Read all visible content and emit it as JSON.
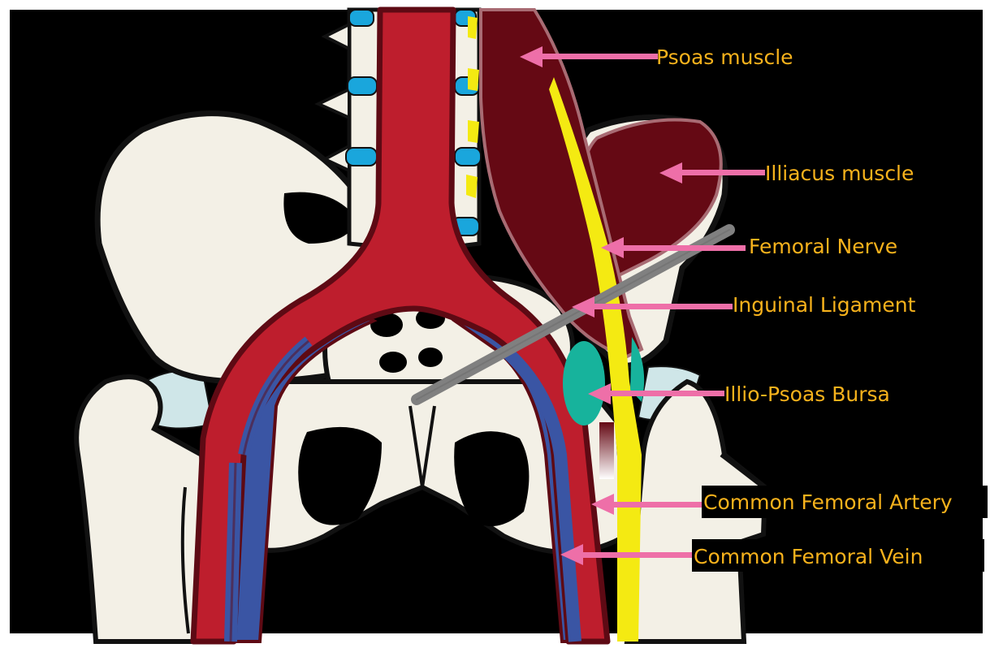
{
  "colors": {
    "background": "#000000",
    "frame": "#ffffff",
    "bone": "#f3f0e6",
    "bone_outline": "#111111",
    "cartilage": "#cfe6e8",
    "disc": "#1aa6dc",
    "artery": "#be1e2d",
    "artery_outline": "#5e0a14",
    "vein": "#3a55a4",
    "muscle": "#650914",
    "muscle_outline": "#a86b73",
    "nerve": "#f4ea12",
    "ligament": "#808080",
    "bursa": "#17b39c",
    "arrow": "#ee6fa8",
    "label_text": "#f7b21c",
    "label_box": "#000000"
  },
  "labels": [
    {
      "id": "psoas",
      "text": "Psoas muscle",
      "icon": "arrow-left-icon"
    },
    {
      "id": "illiacus",
      "text": "Illiacus muscle",
      "icon": "arrow-left-icon"
    },
    {
      "id": "femoral-nerve",
      "text": "Femoral Nerve",
      "icon": "arrow-left-icon"
    },
    {
      "id": "inguinal-ligament",
      "text": "Inguinal Ligament",
      "icon": "arrow-left-icon"
    },
    {
      "id": "illio-psoas-bursa",
      "text": "Illio-Psoas Bursa",
      "icon": "arrow-left-icon"
    },
    {
      "id": "common-femoral-artery",
      "text": "Common Femoral Artery",
      "icon": "arrow-left-icon"
    },
    {
      "id": "common-femoral-vein",
      "text": "Common Femoral Vein",
      "icon": "arrow-left-icon"
    }
  ]
}
